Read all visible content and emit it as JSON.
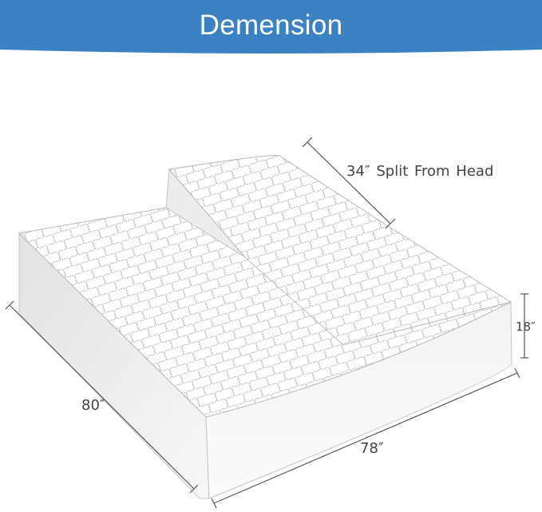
{
  "banner": {
    "title": "Demension",
    "color": "#3a82c4"
  },
  "dimensions": {
    "split_from_head": "34″ Split From Head",
    "height": "18″",
    "length": "80″",
    "width": "78″"
  },
  "colors": {
    "quilt_stitch": "#9a9a9a",
    "outline": "#bdbdbd",
    "dimension_line": "#555555",
    "side_panel": "#f4f4f4"
  }
}
